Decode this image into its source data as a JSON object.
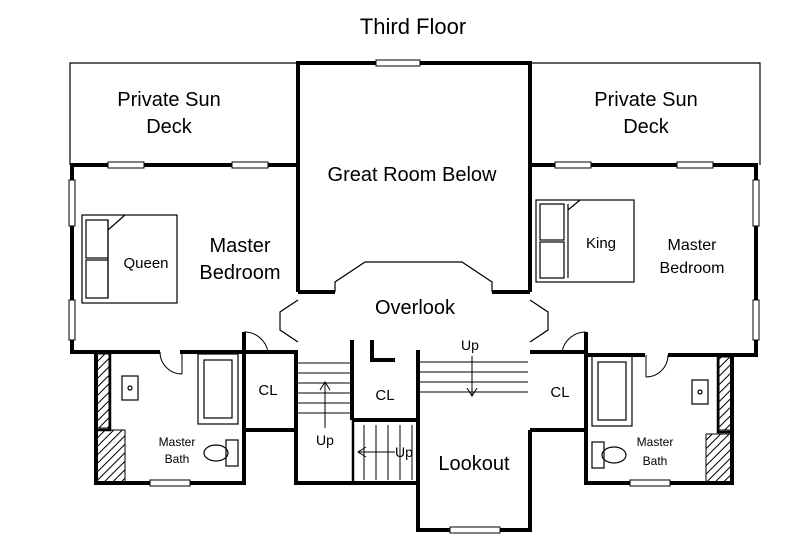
{
  "title": "Third Floor",
  "rooms": {
    "sun_deck_left": [
      "Private Sun",
      "Deck"
    ],
    "sun_deck_right": [
      "Private Sun",
      "Deck"
    ],
    "great_room": "Great Room Below",
    "master_bedroom_left": [
      "Master",
      "Bedroom"
    ],
    "master_bedroom_right": [
      "Master",
      "Bedroom"
    ],
    "overlook": "Overlook",
    "lookout": "Lookout",
    "closet_left": "CL",
    "closet_center": "CL",
    "closet_right": "CL",
    "master_bath_left": [
      "Master",
      "Bath"
    ],
    "master_bath_right": [
      "Master",
      "Bath"
    ]
  },
  "furniture": {
    "bed_left": "Queen",
    "bed_right": "King"
  },
  "stairs": {
    "up_top": "Up",
    "up_left": "Up",
    "up_lower": "Up"
  }
}
